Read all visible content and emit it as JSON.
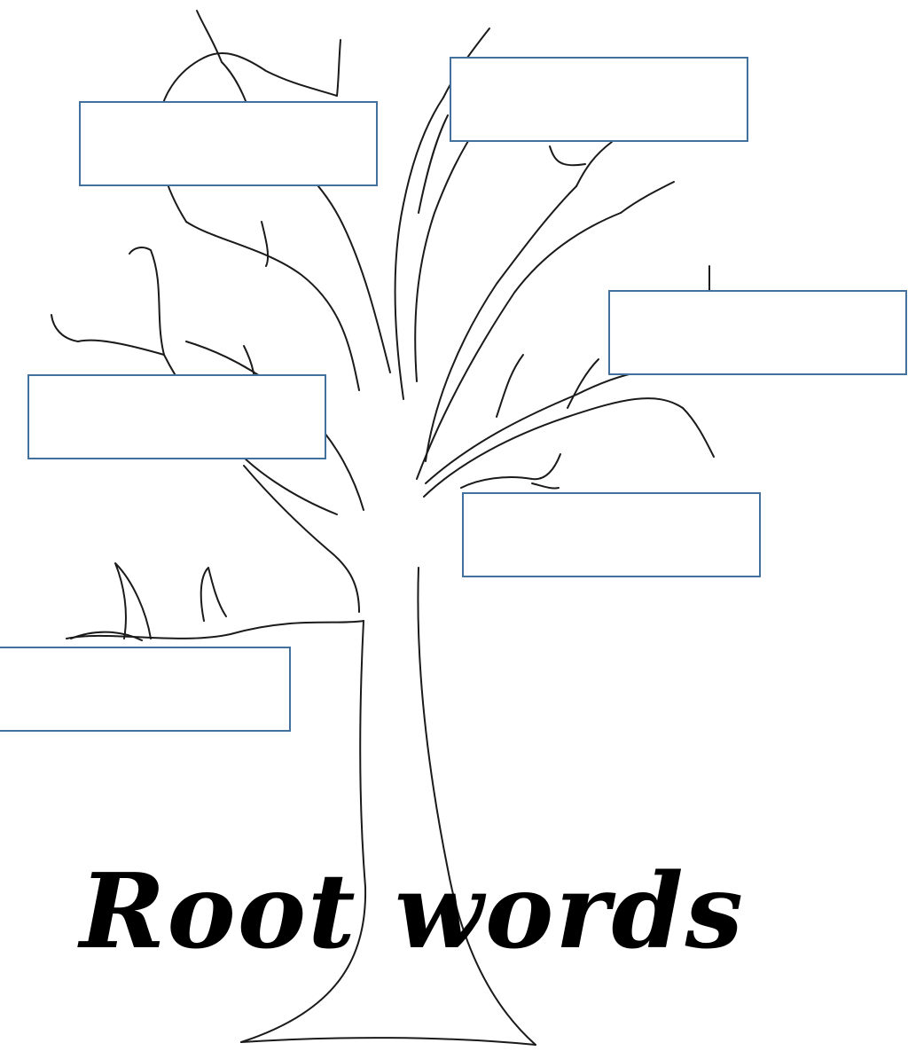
{
  "title": "Root words",
  "label_boxes": [
    {
      "name": "label-box-1",
      "text": ""
    },
    {
      "name": "label-box-2",
      "text": ""
    },
    {
      "name": "label-box-3",
      "text": ""
    },
    {
      "name": "label-box-4",
      "text": ""
    },
    {
      "name": "label-box-5",
      "text": ""
    },
    {
      "name": "label-box-6",
      "text": ""
    }
  ],
  "colors": {
    "box_border": "#41719c",
    "outline": "#1a1a1a",
    "text": "#000000",
    "background": "#ffffff"
  }
}
